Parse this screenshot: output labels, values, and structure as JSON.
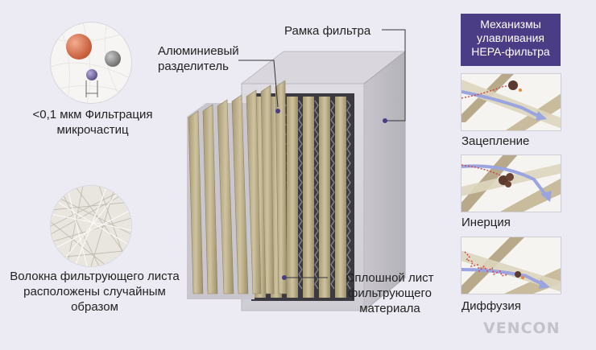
{
  "labels": {
    "frame": "Рамка фильтра",
    "divider": "Алюминиевый разделитель",
    "sheet": "Сплошной лист фильтрующего материала"
  },
  "microparticles": {
    "caption": "<0,1 мкм Фильтрация микрочастиц"
  },
  "fibers": {
    "caption": "Волокна фильтрующего листа расположены случайным образом"
  },
  "mechanisms": {
    "title": "Механизмы улавливания HEPA-фильтра",
    "items": [
      {
        "label": "Зацепление",
        "icon": "interception-icon"
      },
      {
        "label": "Инерция",
        "icon": "inertia-icon"
      },
      {
        "label": "Диффузия",
        "icon": "diffusion-icon"
      }
    ]
  },
  "brand": {
    "logo": "VENCON"
  },
  "colors": {
    "background": "#ecebf3",
    "title_bar": "#4a3d86",
    "pleat": "#bdb08c",
    "frame": "#d2d0d6",
    "particle_orange": "#d8734f",
    "particle_purple": "#7a6fa8",
    "flow_arrow": "#9aa4e0",
    "particle_path": "#d23a3a"
  }
}
